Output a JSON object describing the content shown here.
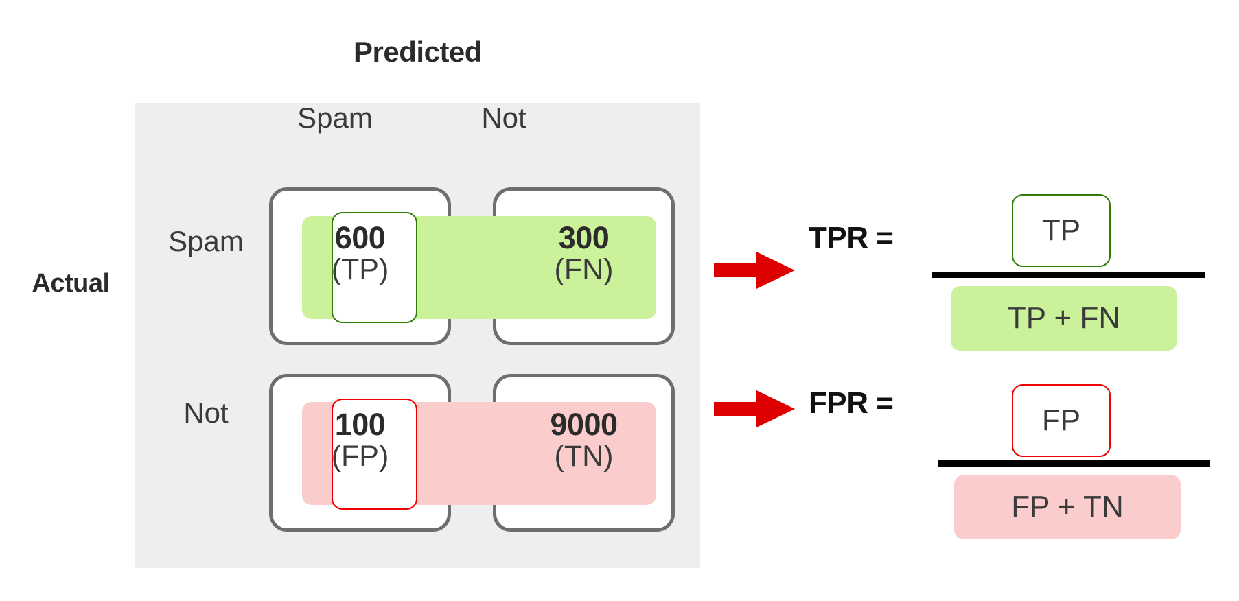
{
  "diagram": {
    "title_predicted": "Predicted",
    "title_actual": "Actual",
    "colors": {
      "panel_bg": "#eeeeee",
      "cell_border": "#6e6e6e",
      "positive_highlight": "#cbf29b",
      "negative_highlight": "#fbcccc",
      "positive_outline": "#2f7d06",
      "negative_outline": "#ee0000",
      "arrow": "#dd0000",
      "text": "#2b2b2b"
    }
  },
  "matrix": {
    "column_headers": [
      "Spam",
      "Not"
    ],
    "row_headers": [
      "Spam",
      "Not"
    ],
    "cells": [
      {
        "id": "tp",
        "value": "600",
        "abbr": "(TP)"
      },
      {
        "id": "fn",
        "value": "300",
        "abbr": "(FN)"
      },
      {
        "id": "fp",
        "value": "100",
        "abbr": "(FP)"
      },
      {
        "id": "tn",
        "value": "9000",
        "abbr": "(TN)"
      }
    ]
  },
  "formulas": [
    {
      "id": "tpr",
      "label": "TPR =",
      "numerator": "TP",
      "denominator": "TP + FN"
    },
    {
      "id": "fpr",
      "label": "FPR =",
      "numerator": "FP",
      "denominator": "FP + TN"
    }
  ],
  "chart_data": {
    "type": "table",
    "title": "Confusion Matrix",
    "xlabel": "Predicted",
    "ylabel": "Actual",
    "categories": [
      "Spam",
      "Not"
    ],
    "rows": [
      {
        "actual": "Spam",
        "predicted_spam": 600,
        "predicted_not": 300
      },
      {
        "actual": "Not",
        "predicted_spam": 100,
        "predicted_not": 9000
      }
    ],
    "values": [
      [
        600,
        300
      ],
      [
        100,
        9000
      ]
    ],
    "cell_labels": [
      [
        "TP",
        "FN"
      ],
      [
        "FP",
        "TN"
      ]
    ],
    "derived": {
      "TPR": "TP / (TP + FN)",
      "FPR": "FP / (FP + TN)"
    }
  }
}
